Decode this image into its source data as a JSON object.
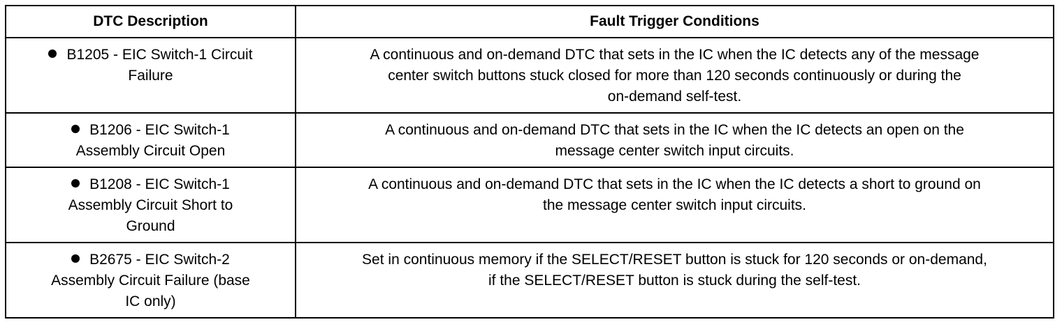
{
  "table": {
    "headers": [
      "DTC Description",
      "Fault Trigger Conditions"
    ],
    "rows": [
      {
        "dtc": "B1205 - EIC Switch-1 Circuit",
        "dtc_cont": "Failure",
        "condition": "A continuous and on-demand DTC that sets in the IC when the IC detects any of the message",
        "condition_2": "center switch buttons stuck closed for more than 120 seconds continuously or during the",
        "condition_3": "on-demand self-test."
      },
      {
        "dtc": "B1206 - EIC Switch-1",
        "dtc_cont": "Assembly Circuit Open",
        "condition": "A continuous and on-demand DTC that sets in the IC when the IC detects an open on the",
        "condition_2": "message center switch input circuits."
      },
      {
        "dtc": "B1208 - EIC Switch-1",
        "dtc_cont": "Assembly Circuit Short to",
        "dtc_cont2": "Ground",
        "condition": "A continuous and on-demand DTC that sets in the IC when the IC detects a short to ground on",
        "condition_2": "the message center switch input circuits."
      },
      {
        "dtc": "B2675 - EIC Switch-2",
        "dtc_cont": "Assembly Circuit Failure (base",
        "dtc_cont2": "IC only)",
        "condition": "Set in continuous memory if the SELECT/RESET button is stuck for 120 seconds or on-demand,",
        "condition_2": "if the SELECT/RESET button is stuck during the self-test."
      }
    ]
  }
}
